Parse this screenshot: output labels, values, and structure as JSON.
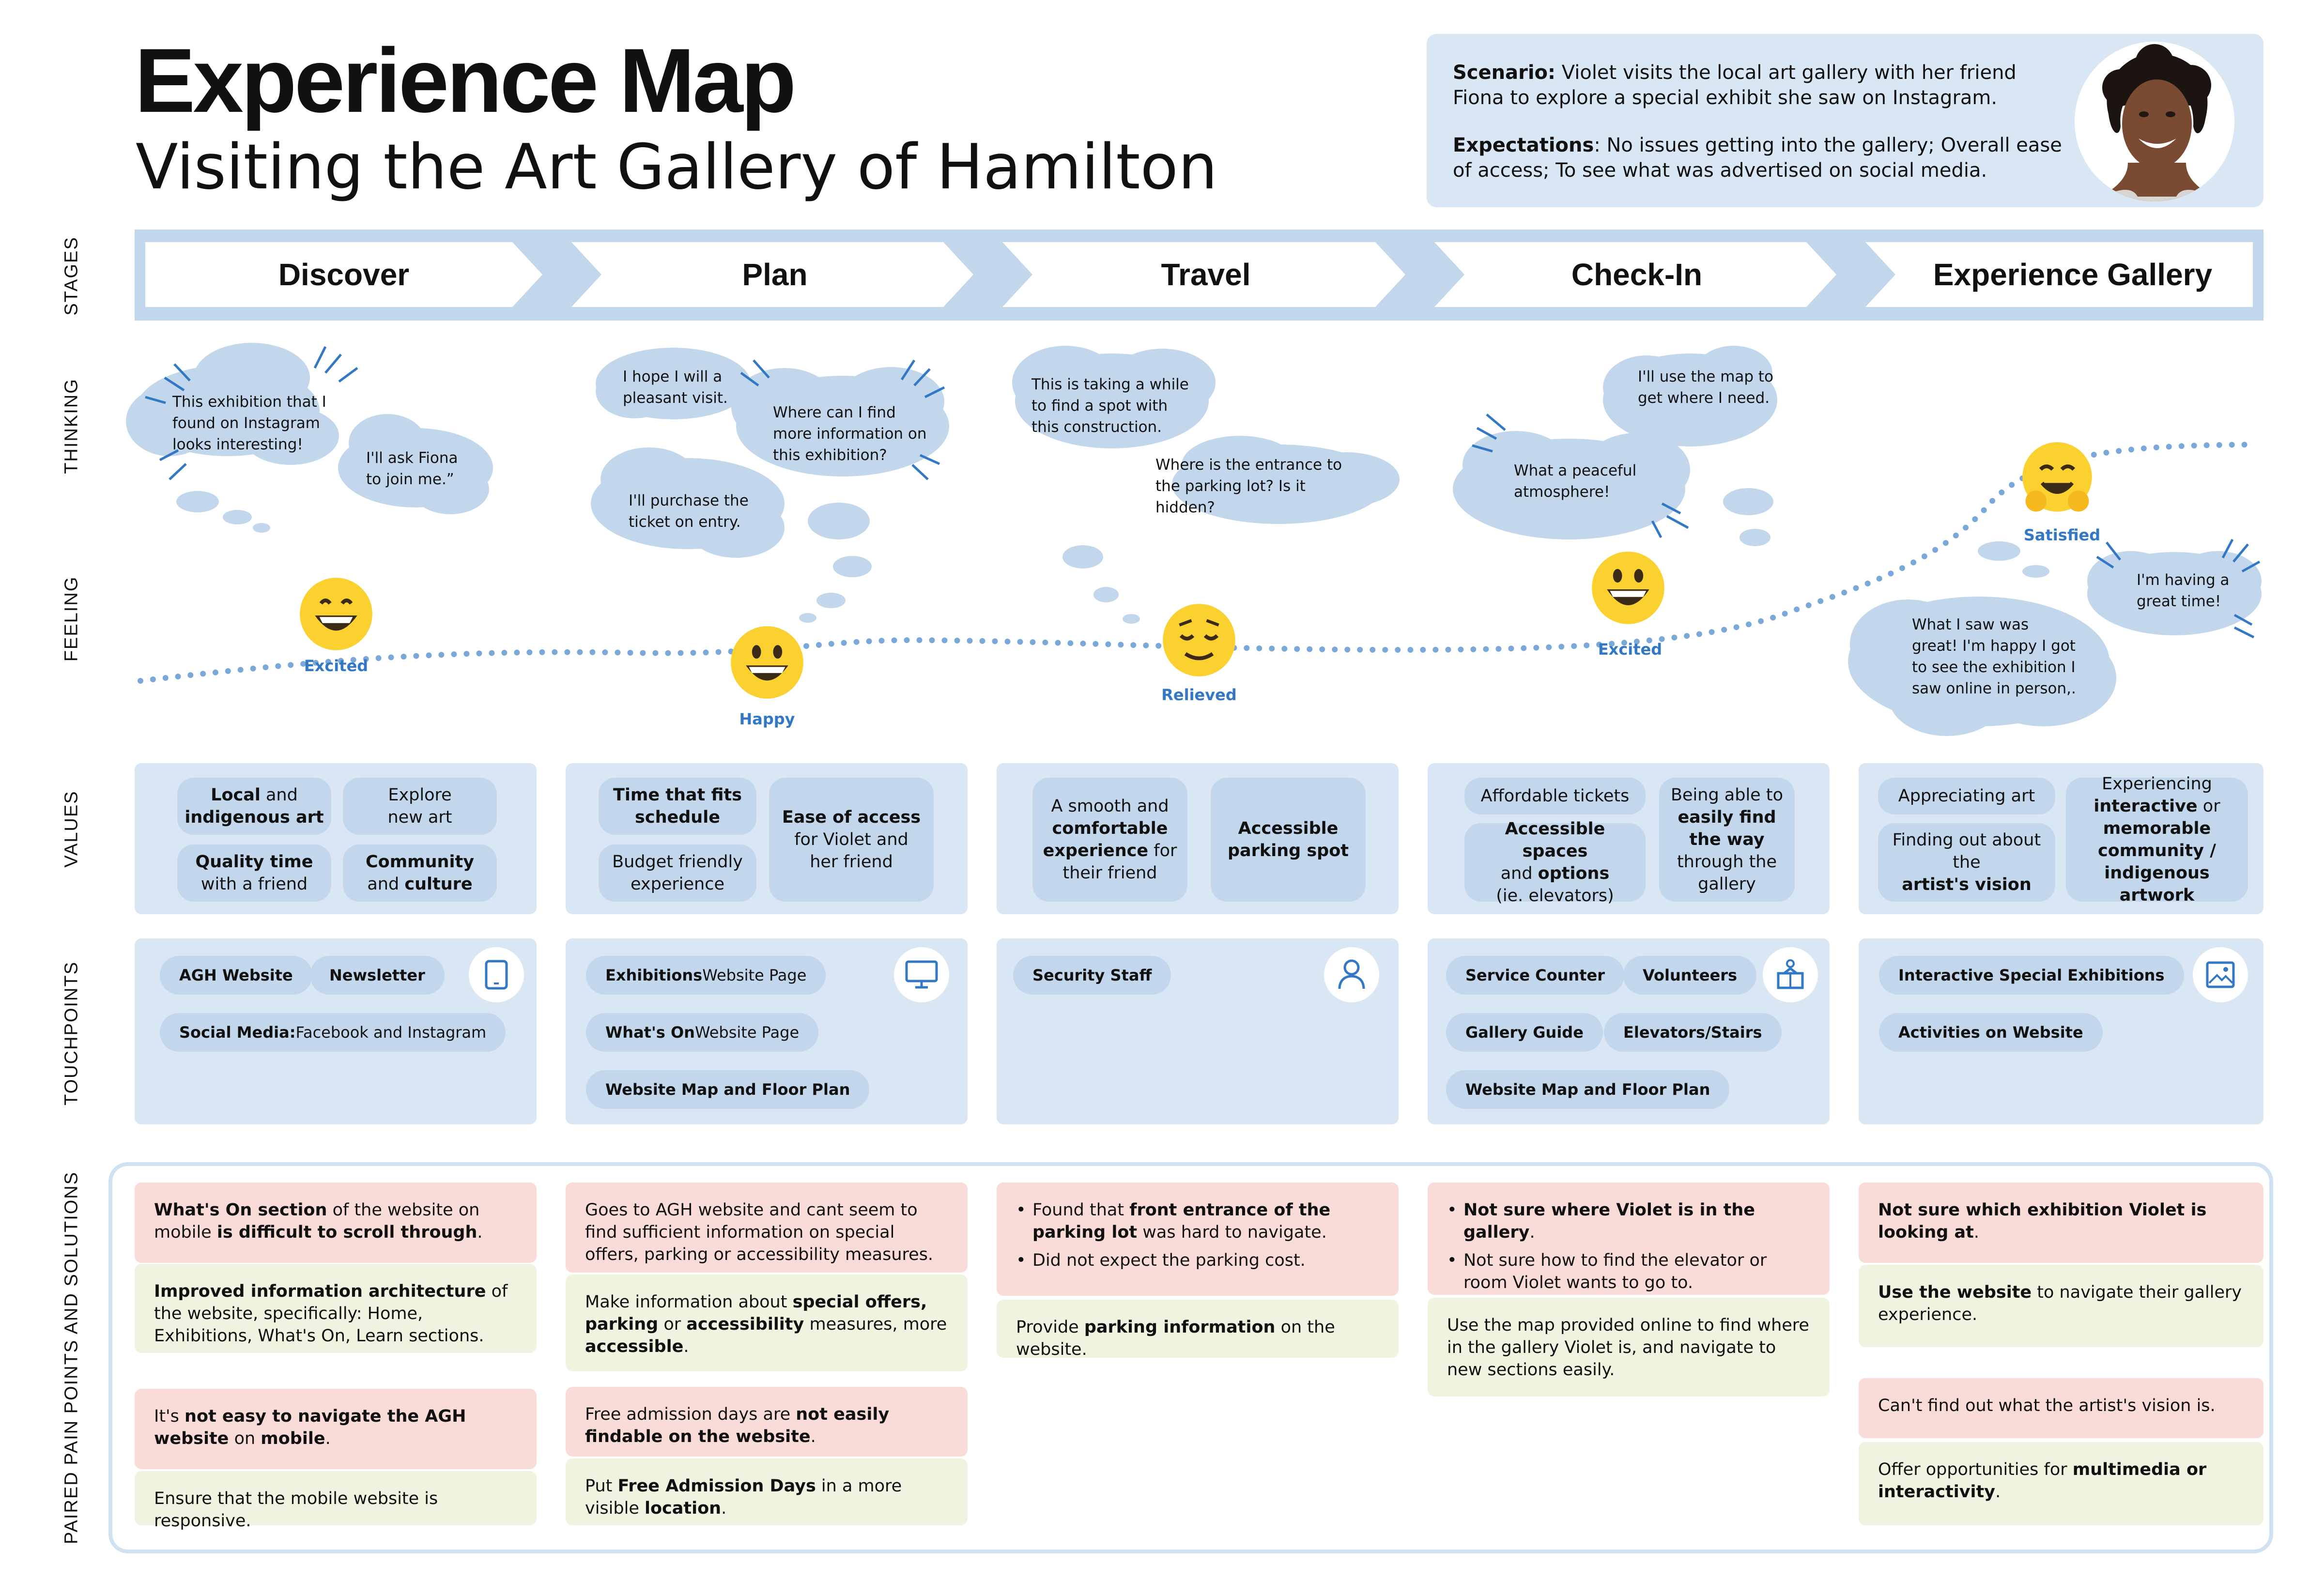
{
  "header": {
    "title": "Experience Map",
    "subtitle": "Visiting the Art Gallery of Hamilton",
    "scenario_label": "Scenario:",
    "scenario_text": "Violet visits the local art gallery with her friend Fiona to explore a special exhibit she saw on Instagram.",
    "expectations_label": "Expectations",
    "expectations_text": ": No issues getting into the gallery; Overall ease of access; To see what was advertised on social media."
  },
  "row_labels": {
    "stages": "STAGES",
    "thinking": "THINKING",
    "feeling": "FEELING",
    "values": "VALUES",
    "touchpoints": "TOUCHPOINTS",
    "pain": "PAIRED PAIN POINTS AND SOLUTIONS"
  },
  "stages": [
    "Discover",
    "Plan",
    "Travel",
    "Check-In",
    "Experience Gallery"
  ],
  "thoughts": {
    "discover": [
      "This exhibition that I found on Instagram looks interesting!",
      "I'll ask Fiona to join me.”"
    ],
    "plan": [
      "I hope I will a pleasant visit.",
      "Where can I find more information on this exhibition?",
      "I'll purchase the ticket on entry."
    ],
    "travel": [
      "This is taking a while to find a spot with this construction.",
      "Where is the entrance to the parking lot? Is it hidden?"
    ],
    "checkin": [
      "I'll use the map to get where I need.",
      "What a peaceful atmosphere!"
    ],
    "gallery": [
      "I'm having a great time!",
      "What I saw was great! I'm happy I got to see the exhibition I saw online in person,."
    ]
  },
  "feelings": [
    {
      "label": "Excited",
      "level": 0.55
    },
    {
      "label": "Happy",
      "level": 0.45
    },
    {
      "label": "Relieved",
      "level": 0.5
    },
    {
      "label": "Excited",
      "level": 0.63
    },
    {
      "label": "Satisfied",
      "level": 1.0
    }
  ],
  "values": {
    "discover": [
      {
        "b1": "Local",
        "t1": " and",
        "b2": "indigenous art",
        "t2": ""
      },
      {
        "t1": "Explore",
        "t2": "new art"
      },
      {
        "b1": "Quality time",
        "t2": "with a friend"
      },
      {
        "b1": "Community",
        "t2": "and ",
        "b2": "culture"
      }
    ],
    "plan": [
      {
        "b1": "Time that fits",
        "b2": "schedule"
      },
      {
        "t1": "Budget friendly",
        "t2": "experience"
      },
      {
        "b1": "Ease of access",
        "t2": "for Violet and",
        "t3": "her friend"
      }
    ],
    "travel": [
      {
        "t1": "A smooth and",
        "b1": "comfortable",
        "b2": "experience",
        "t2": " for",
        "t3": "their friend"
      },
      {
        "b1": "Accessible",
        "b2": "parking spot"
      }
    ],
    "checkin": [
      {
        "t1": "Affordable tickets"
      },
      {
        "b1": "Accessible spaces",
        "t2": "and ",
        "b2": "options",
        "t3": "(ie. elevators)"
      },
      {
        "t1": "Being able to",
        "b1": "easily find",
        "b2": "the way",
        "t2": "through the",
        "t3": "gallery"
      }
    ],
    "gallery": [
      {
        "t1": "Appreciating art"
      },
      {
        "t1": "Finding out about the",
        "b1": "artist's vision"
      },
      {
        "t1": "Experiencing",
        "b1": "interactive",
        "t2": " or",
        "b2": "memorable",
        "b3": "community /",
        "b4": "indigenous artwork"
      }
    ]
  },
  "touchpoints": {
    "discover": [
      {
        "b": "AGH Website",
        "t": ""
      },
      {
        "b": "Newsletter",
        "t": ""
      },
      {
        "b": "Social Media:",
        "t": " Facebook and Instagram"
      }
    ],
    "plan": [
      {
        "b": "Exhibitions",
        "t": " Website Page"
      },
      {
        "b": "What's On",
        "t": " Website Page"
      },
      {
        "b": "Website Map and Floor Plan",
        "t": ""
      }
    ],
    "travel": [
      {
        "b": "Security Staff",
        "t": ""
      }
    ],
    "checkin": [
      {
        "b": "Service Counter",
        "t": ""
      },
      {
        "b": "Volunteers",
        "t": ""
      },
      {
        "b": "Gallery Guide",
        "t": ""
      },
      {
        "b": "Elevators/Stairs",
        "t": ""
      },
      {
        "b": "Website Map and Floor Plan",
        "t": ""
      }
    ],
    "gallery": [
      {
        "b": "Interactive Special Exhibitions",
        "t": ""
      },
      {
        "b": "Activities on Website",
        "t": ""
      }
    ],
    "icons": [
      "tablet-icon",
      "monitor-icon",
      "person-icon",
      "info-stand-icon",
      "image-icon"
    ]
  },
  "pains": {
    "discover": [
      {
        "pain": [
          {
            "b": "What's On section"
          },
          {
            "t": " of the website on mobile "
          },
          {
            "b": "is difficult to scroll through"
          },
          {
            "t": "."
          }
        ],
        "sol": [
          {
            "b": "Improved information architecture"
          },
          {
            "t": " of the website, specifically: Home, Exhibitions, What's On, Learn sections."
          }
        ]
      },
      {
        "pain": [
          {
            "t": "It's "
          },
          {
            "b": "not easy to navigate the AGH website"
          },
          {
            "t": " on "
          },
          {
            "b": "mobile"
          },
          {
            "t": "."
          }
        ],
        "sol": [
          {
            "t": "Ensure that the mobile website is responsive."
          }
        ]
      }
    ],
    "plan": [
      {
        "pain": [
          {
            "t": "Goes to AGH website and cant seem to find sufficient information on special offers, parking or accessibility measures."
          }
        ],
        "sol": [
          {
            "t": "Make information about "
          },
          {
            "b": "special offers, parking"
          },
          {
            "t": " or "
          },
          {
            "b": "accessibility"
          },
          {
            "t": " measures, more "
          },
          {
            "b": "accessible"
          },
          {
            "t": "."
          }
        ]
      },
      {
        "pain": [
          {
            "t": "Free admission days are "
          },
          {
            "b": "not easily findable on the website"
          },
          {
            "t": "."
          }
        ],
        "sol": [
          {
            "t": "Put "
          },
          {
            "b": "Free Admission Days"
          },
          {
            "t": " in a more visible "
          },
          {
            "b": "location"
          },
          {
            "t": "."
          }
        ]
      }
    ],
    "travel": {
      "pain_items": [
        [
          {
            "t": "Found that "
          },
          {
            "b": "front entrance of the parking lot"
          },
          {
            "t": " was hard to navigate."
          }
        ],
        [
          {
            "t": "Did not expect the parking cost."
          }
        ]
      ],
      "sol": [
        {
          "t": "Provide "
        },
        {
          "b": "parking information"
        },
        {
          "t": " on the website."
        }
      ]
    },
    "checkin": {
      "pain_items": [
        [
          {
            "b": "Not sure where Violet is in the gallery"
          },
          {
            "t": "."
          }
        ],
        [
          {
            "t": "Not sure how to find the elevator or room Violet wants to go to."
          }
        ]
      ],
      "sol": [
        {
          "t": "Use the map provided online to find where in the gallery Violet is, and navigate to new sections easily."
        }
      ]
    },
    "gallery": [
      {
        "pain": [
          {
            "b": "Not sure which exhibition Violet is looking at"
          },
          {
            "t": "."
          }
        ],
        "sol": [
          {
            "b": "Use the website"
          },
          {
            "t": " to navigate their gallery experience."
          }
        ]
      },
      {
        "pain": [
          {
            "t": "Can't find out what the artist's vision is."
          }
        ],
        "sol": [
          {
            "t": "Offer opportunities for "
          },
          {
            "b": "multimedia or interactivity"
          },
          {
            "t": "."
          }
        ]
      }
    ]
  },
  "colors": {
    "accent": "#3278c4",
    "band": "#c2d7ec",
    "box": "#d9e6f4",
    "pain": "#f9dcd7",
    "solution": "#eef4e0",
    "cloud": "#c2d7ec",
    "emoji": "#fbd12f"
  }
}
